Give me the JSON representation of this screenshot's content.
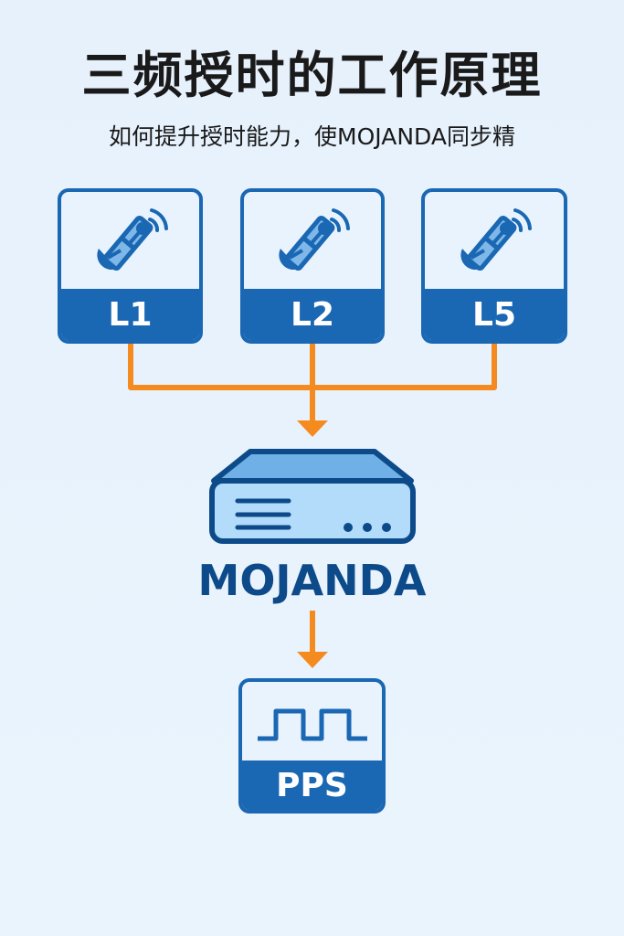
{
  "title": "三频授时的工作原理",
  "subtitle": "如何提升授时能力，使MOJANDA同步精",
  "bands": [
    {
      "label": "L1",
      "icon": "satellite-icon"
    },
    {
      "label": "L2",
      "icon": "satellite-icon"
    },
    {
      "label": "L5",
      "icon": "satellite-icon"
    }
  ],
  "device": {
    "label": "MOJANDA",
    "icon": "server-icon"
  },
  "output": {
    "label": "PPS",
    "icon": "pulse-wave-icon"
  },
  "colors": {
    "primary": "#1a67b3",
    "dark": "#0d4a8a",
    "arrow": "#f58a1f",
    "background": "#e8f2fc"
  }
}
